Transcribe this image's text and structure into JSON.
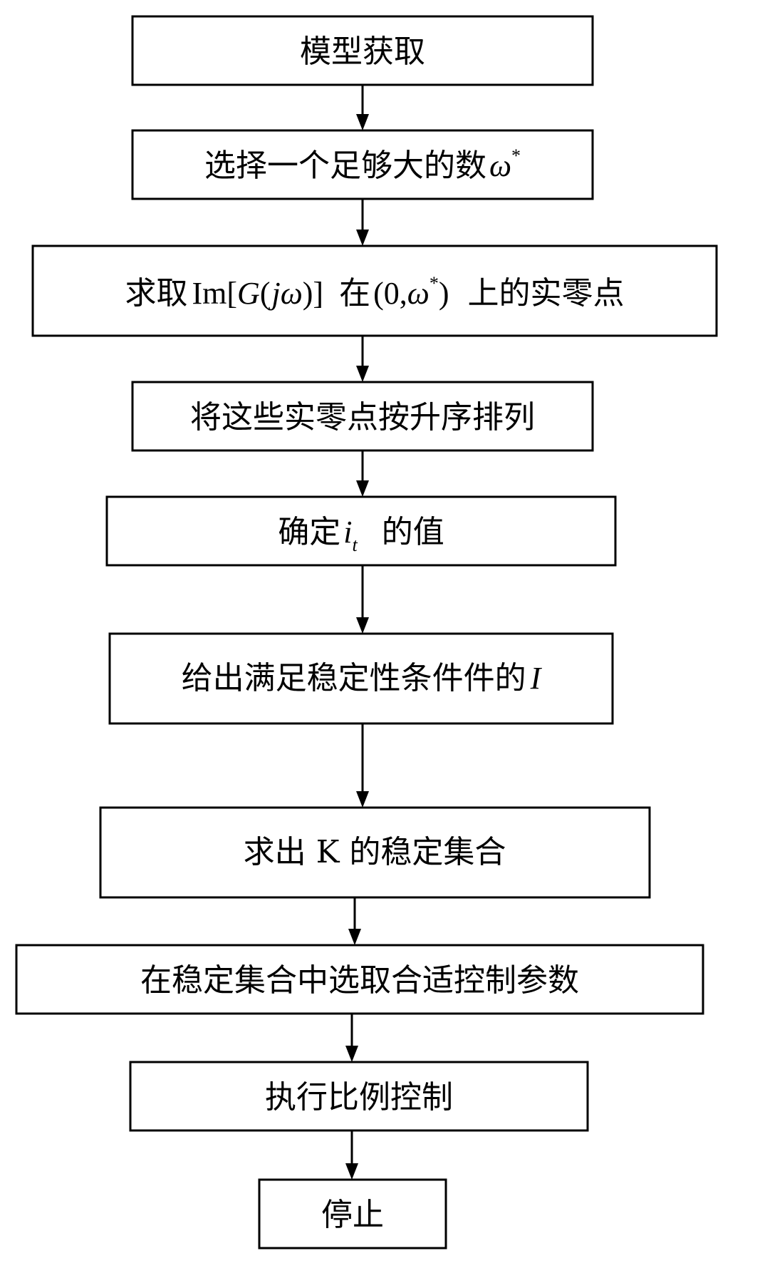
{
  "steps": [
    {
      "id": "model-acquire",
      "text": "模型获取"
    },
    {
      "id": "choose-omega",
      "text_prefix": "选择一个足够大的数",
      "omega": "ω",
      "star": "*"
    },
    {
      "id": "find-zeros",
      "part1": "求取",
      "im_open": "Im[",
      "g": "G",
      "paren_open": "(",
      "j": "j",
      "omega": "ω",
      "close": ")]",
      "part2": "在",
      "interval_open": "(0,",
      "interval_omega": "ω",
      "star": "*",
      "interval_close": ")",
      "part3": "上的实零点"
    },
    {
      "id": "sort-zeros",
      "text": "将这些实零点按升序排列"
    },
    {
      "id": "determine-it",
      "prefix": "确定",
      "i": "i",
      "sub": "t",
      "suffix": "的值"
    },
    {
      "id": "stability-i",
      "text": "给出满足稳定性条件件的",
      "I": "I"
    },
    {
      "id": "stable-set-k",
      "text": "求出 K 的稳定集合"
    },
    {
      "id": "choose-params",
      "text": "在稳定集合中选取合适控制参数"
    },
    {
      "id": "execute-control",
      "text": "执行比例控制"
    },
    {
      "id": "stop",
      "text": "停止"
    }
  ]
}
